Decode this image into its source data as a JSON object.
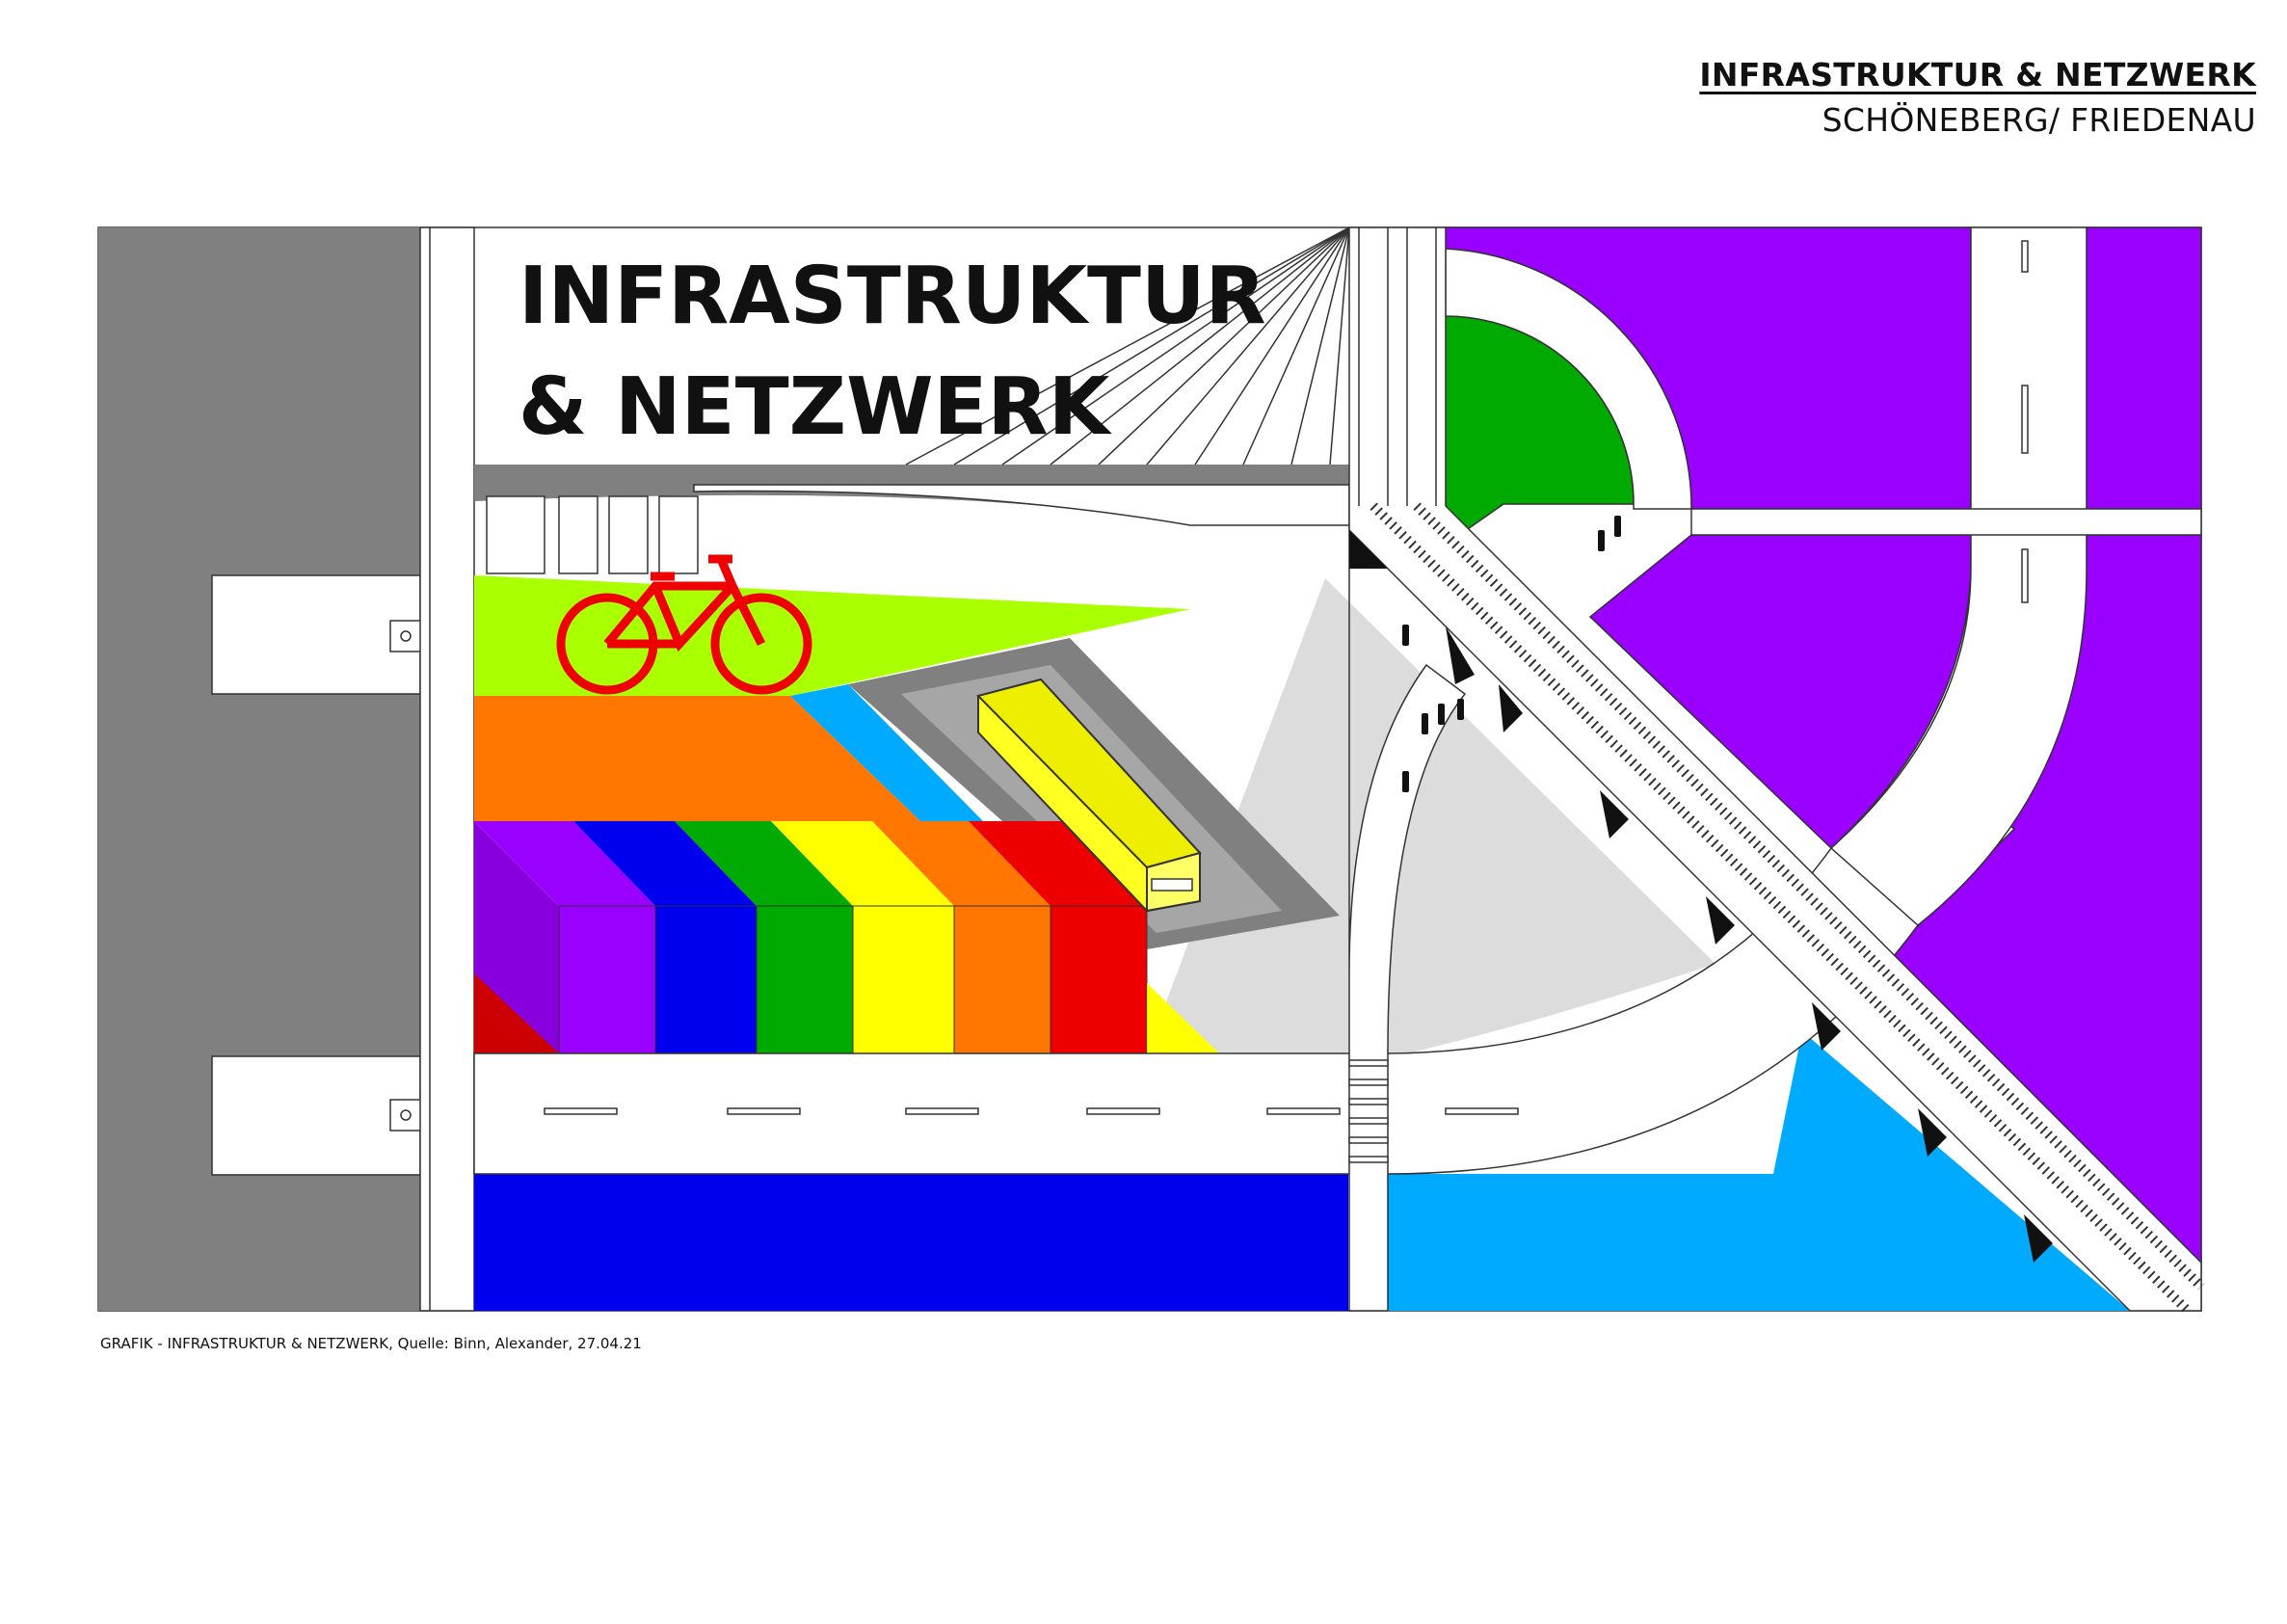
{
  "header": {
    "title": "INFRASTRUKTUR & NETZWERK",
    "subtitle": "SCHÖNEBERG/ FRIEDENAU"
  },
  "graphic": {
    "headline_line1": "INFRASTRUKTUR",
    "headline_line2": "& NETZWERK"
  },
  "caption": {
    "text": "GRAFIK - INFRASTRUKTUR & NETZWERK, Quelle: Binn, Alexander, 27.04.21"
  },
  "colors": {
    "gray_dark": "#808080",
    "gray_light": "#dcdcdc",
    "purple": "#9900ff",
    "blue": "#0000ee",
    "light_blue": "#00aaff",
    "green": "#00aa00",
    "lime": "#aaff00",
    "orange": "#ff7700",
    "red": "#ee0000",
    "yellow": "#ffff00",
    "bicycle": "#ee0000",
    "bus": "#ffff22"
  },
  "icons": [
    "bicycle-icon",
    "bus-icon",
    "pedestrian-icon"
  ]
}
